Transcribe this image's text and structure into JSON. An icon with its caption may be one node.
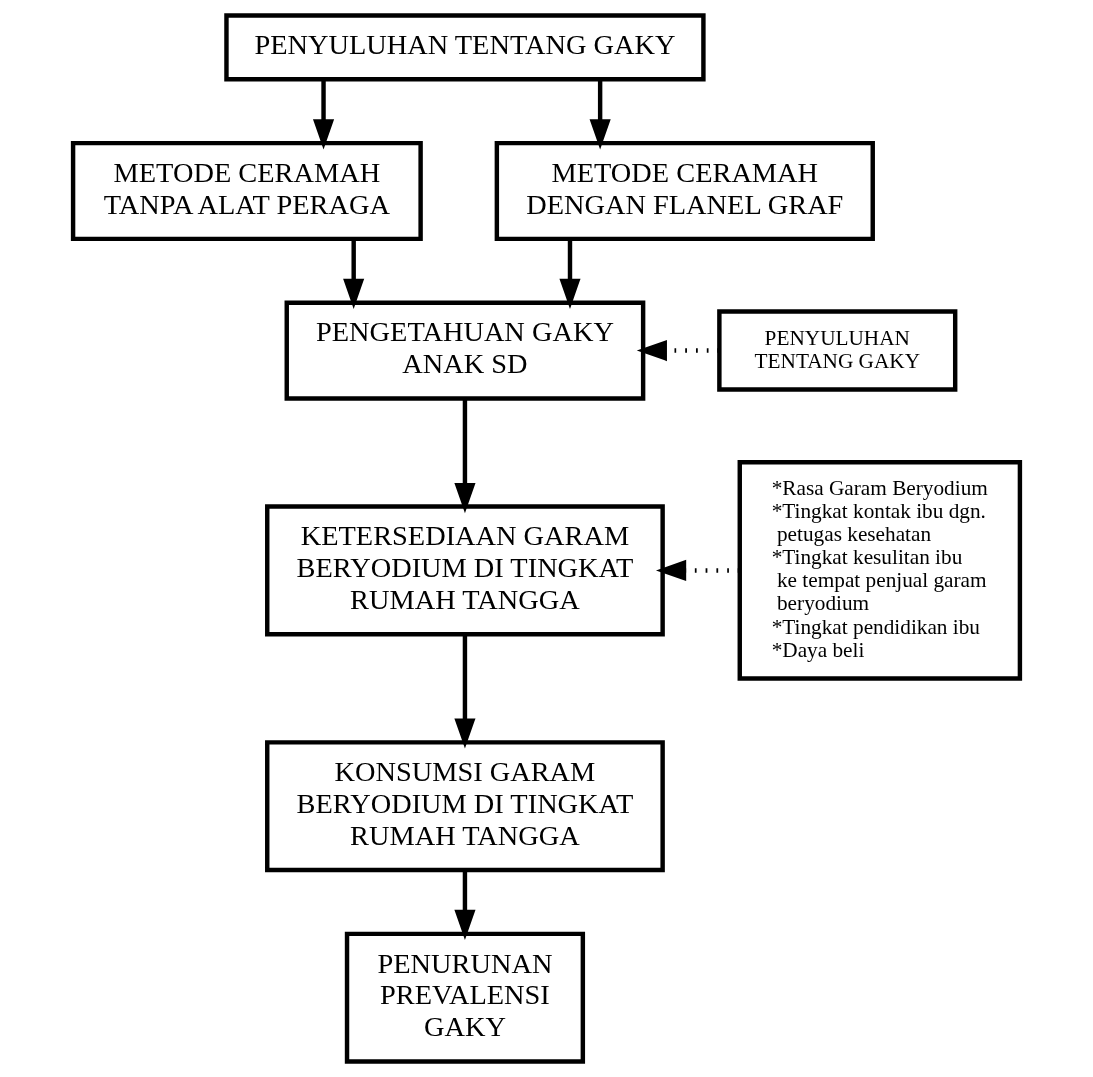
{
  "diagram": {
    "nodes": [
      {
        "text": [
          "PENYULUHAN TENTANG GAKY"
        ]
      },
      {
        "text": [
          "METODE CERAMAH TANPA ALAT PERAGA"
        ]
      },
      {
        "text": [
          "METODE CERAMAH DENGAN FLANEL GRAF"
        ]
      },
      {
        "text": [
          "PENGETAHUAN GAKY ANAK SD"
        ]
      },
      {
        "text": [
          "PENYULUHAN TENTANG GAKY"
        ]
      },
      {
        "text": [
          "*Rasa Garam Beryodium",
          "*Tingkat kontak ibu dgn. petugas kesehatan",
          "*Tingkat kesulitan ibu ke tempat penjual garam beryodium",
          "*Tingkat pendidikan ibu",
          "*Daya beli"
        ]
      },
      {
        "text": [
          "KETERSEDIAAN GARAM BERYODIUM DI TINGKAT RUMAH TANGGA"
        ]
      },
      {
        "text": [
          "KONSUMSI GARAM BERYODIUM DI TINGKAT RUMAH TANGGA"
        ]
      },
      {
        "text": [
          "PENURUNAN PREVALENSI GAKY"
        ]
      }
    ],
    "edges": [
      {
        "from": 0,
        "to": 1,
        "arrow": "to"
      },
      {
        "from": 0,
        "to": 2,
        "arrow": "to"
      },
      {
        "from": 1,
        "to": 3,
        "arrow": "to"
      },
      {
        "from": 2,
        "to": 3,
        "arrow": "to"
      },
      {
        "from": 4,
        "to": 3,
        "arrow": "to",
        "style": "dashed"
      },
      {
        "from": 3,
        "to": 6,
        "arrow": "to"
      },
      {
        "from": 5,
        "to": 6,
        "arrow": "to",
        "style": "dashed"
      },
      {
        "from": 6,
        "to": 7,
        "arrow": "to"
      },
      {
        "from": 7,
        "to": 8,
        "arrow": "to"
      }
    ]
  }
}
